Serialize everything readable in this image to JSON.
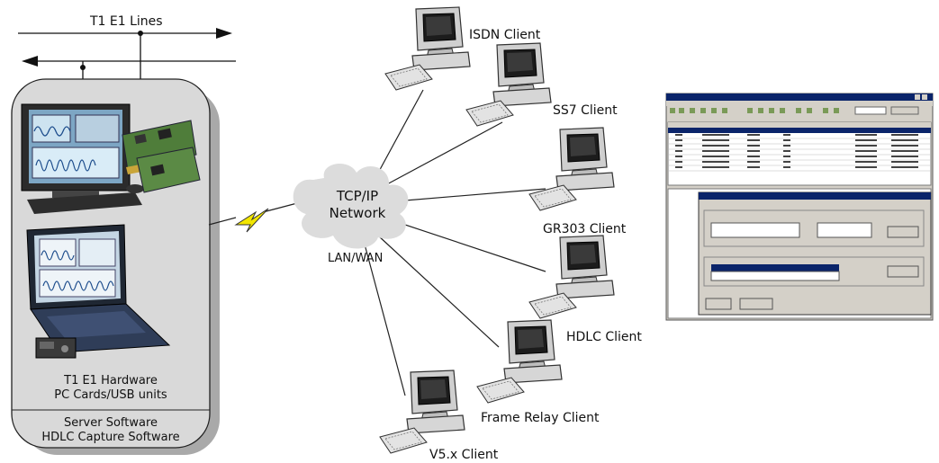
{
  "lines": {
    "label": "T1 E1 Lines"
  },
  "hardware": {
    "line1": "T1 E1 Hardware",
    "line2": "PC Cards/USB units"
  },
  "server": {
    "line1": "Server Software",
    "line2": "HDLC Capture Software"
  },
  "network": {
    "line1": "TCP/IP",
    "line2": "Network",
    "sub": "LAN/WAN"
  },
  "clients": [
    {
      "label": "ISDN Client"
    },
    {
      "label": "SS7 Client"
    },
    {
      "label": "GR303 Client"
    },
    {
      "label": "HDLC Client"
    },
    {
      "label": "Frame Relay Client"
    },
    {
      "label": "V5.x Client"
    }
  ],
  "colors": {
    "server_box": "#d9d9d9",
    "server_shadow": "#a9a9a9",
    "cloud": "#dcdcdc",
    "bolt": "#f2e600",
    "window_title": "#0a246a"
  }
}
